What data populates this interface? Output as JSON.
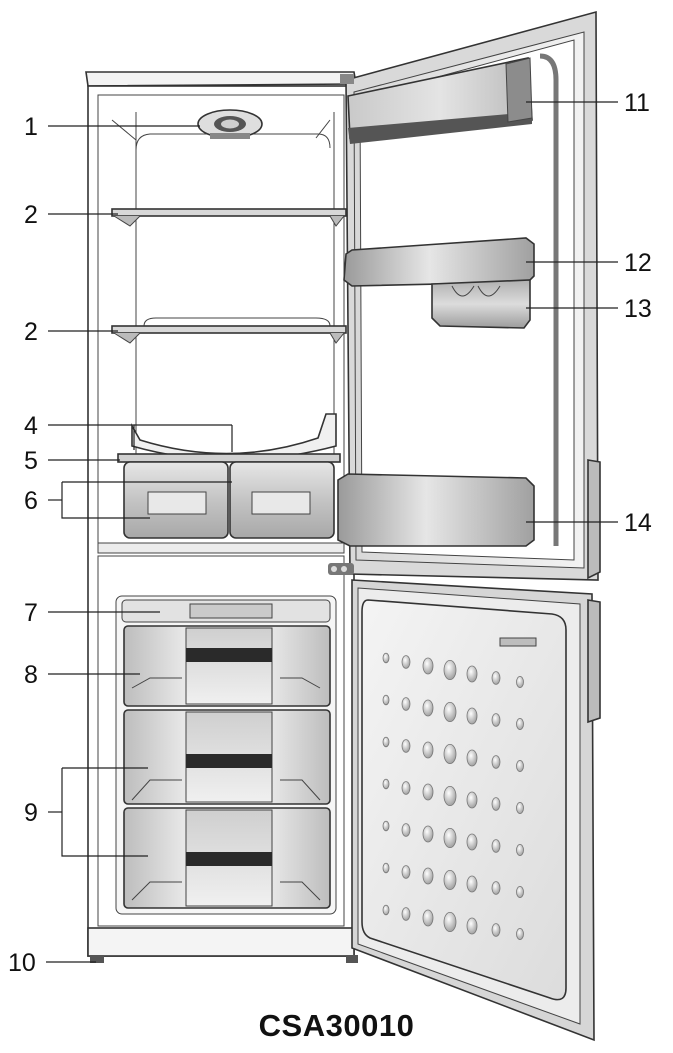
{
  "model": "CSA30010",
  "callouts": [
    "1",
    "2",
    "2",
    "4",
    "5",
    "6",
    "7",
    "8",
    "9",
    "10",
    "11",
    "12",
    "13",
    "14"
  ]
}
